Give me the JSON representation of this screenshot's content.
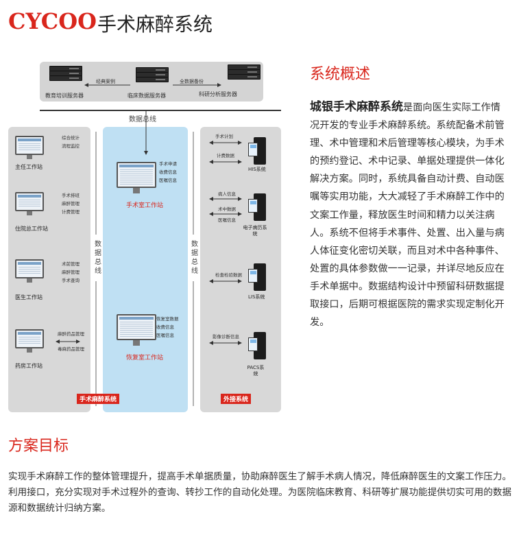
{
  "header": {
    "brand": "CYCOO",
    "title": "手术麻醉系统"
  },
  "colors": {
    "accent": "#d9261c",
    "panel_gray": "#d8d8d8",
    "panel_blue": "#bfe0f3"
  },
  "diagram": {
    "servers": [
      {
        "label": "教育培训服务器"
      },
      {
        "label": "临床数据服务器"
      },
      {
        "label": "科研分析服务器"
      }
    ],
    "server_arrows": {
      "left": "经典案例",
      "right": "全数据备份"
    },
    "bus_top": "数据总线",
    "bus_vertical": "数据总线",
    "left_stations": [
      {
        "label": "主任工作站",
        "items": [
          "综合统计",
          "流程监控"
        ]
      },
      {
        "label": "住院总工作站",
        "items": [
          "手术排班",
          "麻醉管理",
          "计费管理"
        ]
      },
      {
        "label": "医生工作站",
        "items": [
          "术前管理",
          "麻醉管理",
          "手术查询"
        ]
      },
      {
        "label": "药房工作站",
        "items": [
          "麻醉药品管理",
          "毒麻药品管理"
        ]
      }
    ],
    "mid_stations": [
      {
        "label": "手术室工作站",
        "items": [
          "手术申请",
          "收费信息",
          "医嘱信息"
        ]
      },
      {
        "label": "恢复室工作站",
        "items": [
          "恢复室数据",
          "收费信息",
          "医嘱信息"
        ]
      }
    ],
    "right_systems": [
      {
        "label": "HIS系统",
        "items": [
          "手术计划",
          "计费数据"
        ]
      },
      {
        "label": "电子病历系统",
        "items": [
          "病人信息",
          "术中数据",
          "医嘱信息"
        ]
      },
      {
        "label": "LIS系统",
        "items": [
          "检查检验数据"
        ]
      },
      {
        "label": "PACS系统",
        "items": [
          "影像诊断信息"
        ]
      }
    ],
    "badges": {
      "left": "手术麻醉系统",
      "right": "外接系统"
    }
  },
  "overview": {
    "title": "系统概述",
    "lead": "城银手术麻醉系统",
    "body": "是面向医生实际工作情况开发的专业手术麻醉系统。系统配备术前管理、术中管理和术后管理等核心模块，为手术的预约登记、术中记录、单据处理提供一体化解决方案。同时，系统具备自动计费、自动医嘱等实用功能，大大减轻了手术麻醉工作中的文案工作量，释放医生时间和精力以关注病人。系统不但将手术事件、处置、出入量与病人体征变化密切关联，而且对术中各种事件、处置的具体参数做一一记录，并详尽地反应在手术单据中。数据结构设计中预留科研数据提取接口，后期可根据医院的需求实现定制化开发。"
  },
  "goal": {
    "title": "方案目标",
    "body": "实现手术麻醉工作的整体管理提升，提高手术单据质量，协助麻醉医生了解手术病人情况，降低麻醉医生的文案工作压力。利用接口，充分实现对手术过程外的查询、转抄工作的自动化处理。为医院临床教育、科研等扩展功能提供切实可用的数据源和数据统计归纳方案。"
  }
}
